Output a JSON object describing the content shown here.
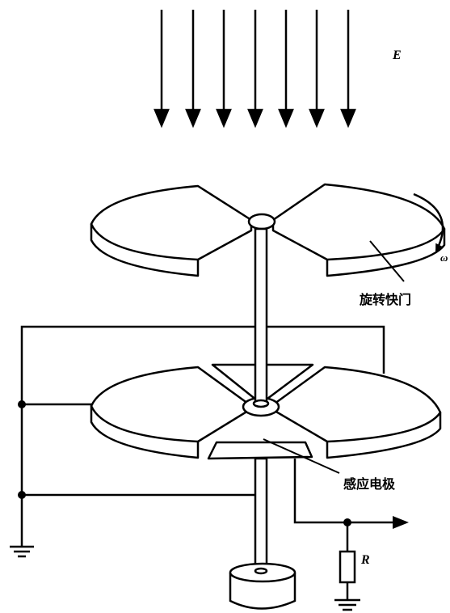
{
  "labels": {
    "field": "E",
    "omega": "ω",
    "shutter": "旋转快门",
    "electrode": "感应电极",
    "resistor": "R"
  }
}
